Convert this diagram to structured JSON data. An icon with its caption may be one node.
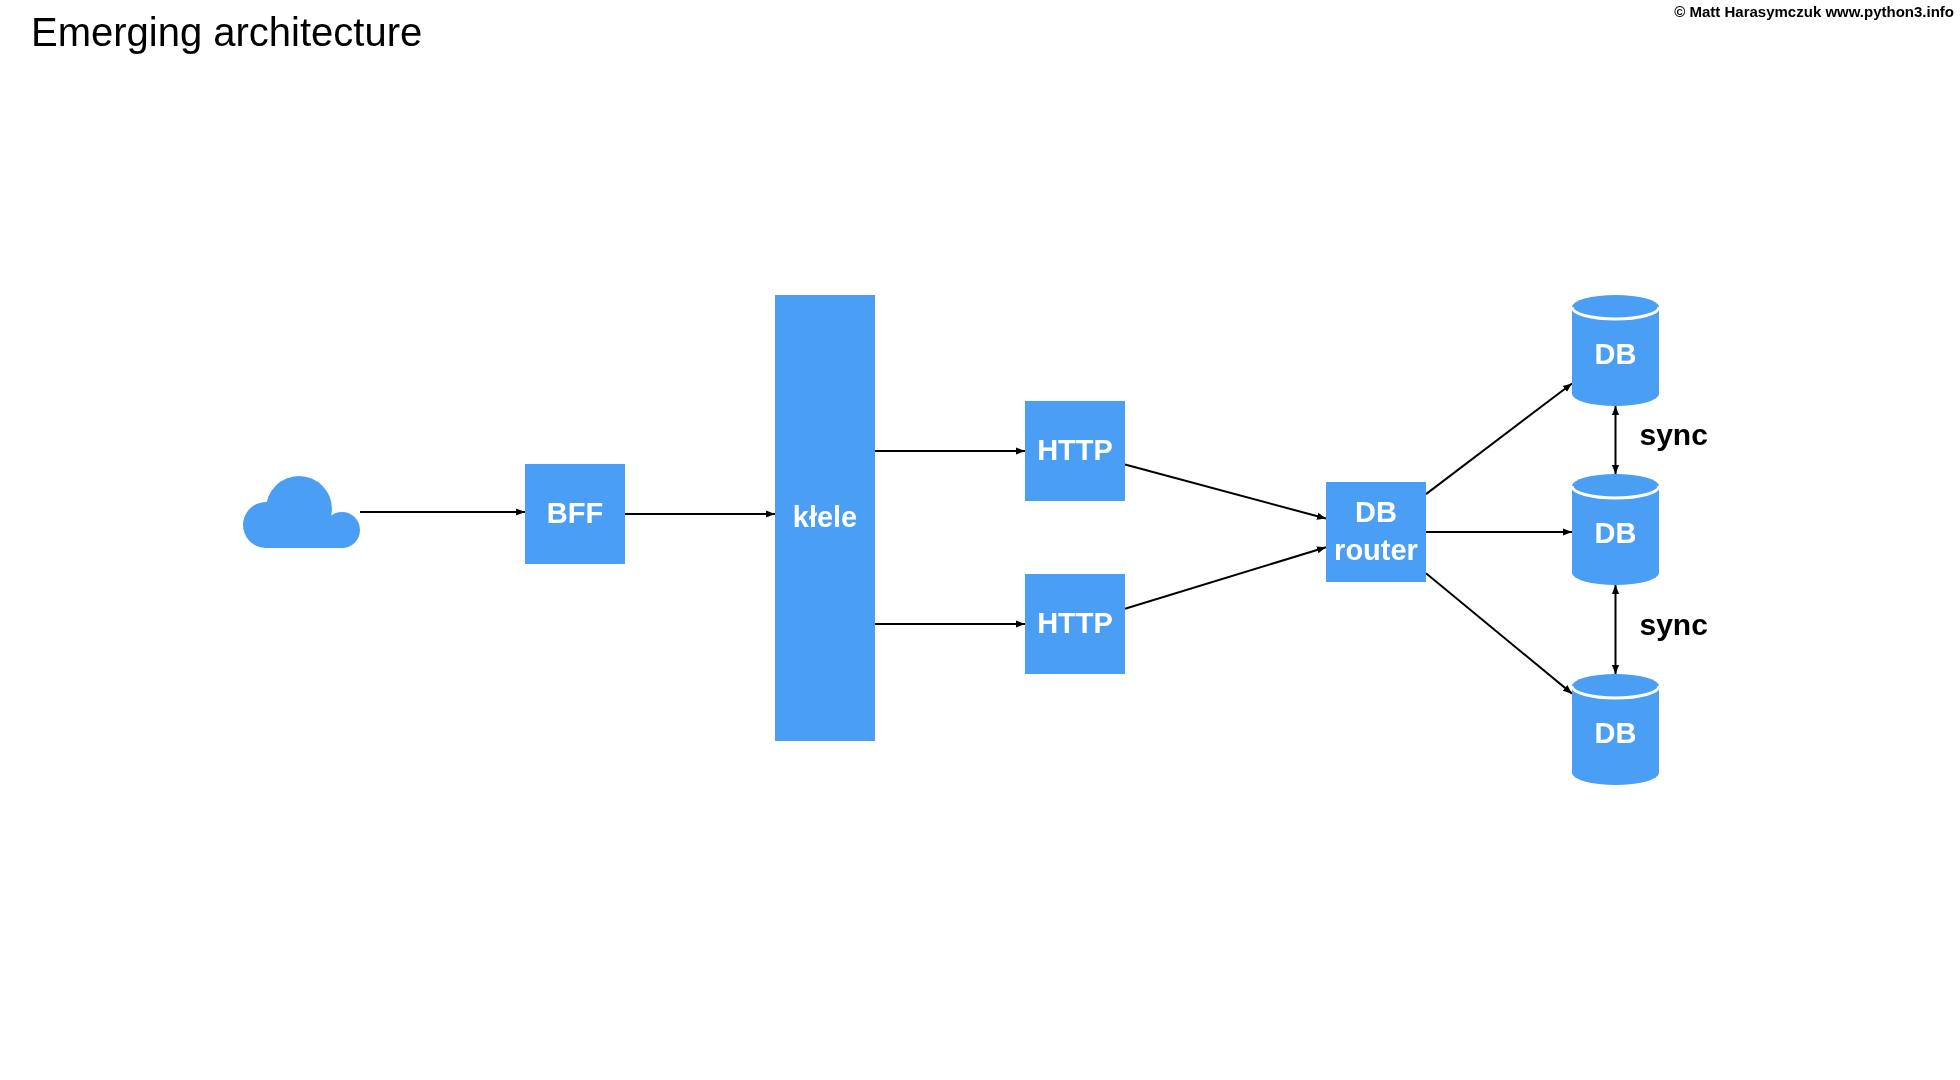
{
  "diagram": {
    "title": "Emerging architecture",
    "nodes": [
      {
        "text": [],
        "shape": "cloud"
      },
      {
        "text": [
          "BFF"
        ]
      },
      {
        "text": [
          "kłele"
        ]
      },
      {
        "text": [
          "HTTP"
        ]
      },
      {
        "text": [
          "HTTP"
        ]
      },
      {
        "text": [
          "DB router"
        ]
      },
      {
        "text": [
          "DB"
        ]
      },
      {
        "text": [
          "DB"
        ]
      },
      {
        "text": [
          "DB"
        ]
      }
    ],
    "edges": [
      {
        "from": 0,
        "to": 1,
        "arrow": "to"
      },
      {
        "from": 1,
        "to": 2,
        "arrow": "to"
      },
      {
        "from": 2,
        "to": 3,
        "arrow": "to"
      },
      {
        "from": 2,
        "to": 4,
        "arrow": "to"
      },
      {
        "from": 3,
        "to": 5,
        "arrow": "to"
      },
      {
        "from": 4,
        "to": 5,
        "arrow": "to"
      },
      {
        "from": 5,
        "to": 6,
        "arrow": "to"
      },
      {
        "from": 5,
        "to": 7,
        "arrow": "to"
      },
      {
        "from": 5,
        "to": 8,
        "arrow": "to"
      },
      {
        "from": 6,
        "to": 7,
        "arrow": "both",
        "label": "sync"
      },
      {
        "from": 7,
        "to": 8,
        "arrow": "both",
        "label": "sync"
      }
    ],
    "labels": [
      "© Matt Harasymczuk www.python3.info"
    ]
  }
}
